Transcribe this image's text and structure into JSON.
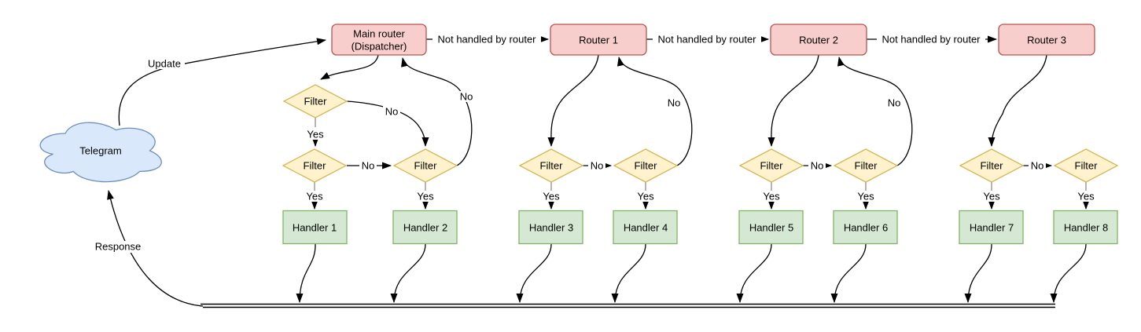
{
  "cloud": {
    "label": "Telegram"
  },
  "nodes": {
    "dispatcher": {
      "label_line1": "Main router",
      "label_line2": "(Dispatcher)"
    },
    "routers": [
      {
        "label": "Router 1"
      },
      {
        "label": "Router 2"
      },
      {
        "label": "Router 3"
      }
    ],
    "filters": [
      {
        "label": "Filter"
      },
      {
        "label": "Filter"
      },
      {
        "label": "Filter"
      },
      {
        "label": "Filter"
      },
      {
        "label": "Filter"
      },
      {
        "label": "Filter"
      },
      {
        "label": "Filter"
      },
      {
        "label": "Filter"
      },
      {
        "label": "Filter"
      }
    ],
    "handlers": [
      {
        "label": "Handler 1"
      },
      {
        "label": "Handler 2"
      },
      {
        "label": "Handler 3"
      },
      {
        "label": "Handler 4"
      },
      {
        "label": "Handler 5"
      },
      {
        "label": "Handler 6"
      },
      {
        "label": "Handler 7"
      },
      {
        "label": "Handler 8"
      }
    ]
  },
  "edge_labels": {
    "update": "Update",
    "response": "Response",
    "yes": "Yes",
    "no": "No",
    "not_handled": "Not handled by router"
  },
  "colors": {
    "router_fill": "#f8cecc",
    "router_stroke": "#b85450",
    "filter_fill": "#fff2cc",
    "filter_stroke": "#d6b656",
    "handler_fill": "#d5e8d4",
    "handler_stroke": "#82b366",
    "cloud_fill": "#dae8fc",
    "cloud_stroke": "#6c8ebf",
    "edge": "#000000",
    "background": "#ffffff"
  }
}
